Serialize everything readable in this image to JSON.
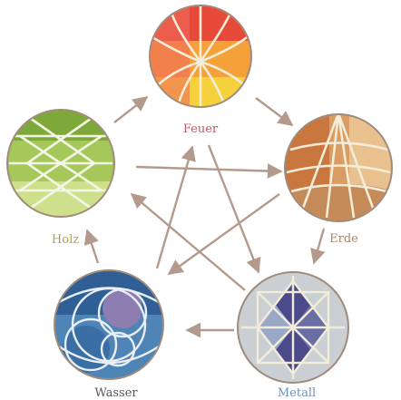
{
  "labels": {
    "feuer": "Feuer",
    "erde": "Erde",
    "metall": "Metall",
    "wasser": "Wasser",
    "holz": "Holz"
  },
  "label_colors": {
    "feuer": "#c0566a",
    "erde": "#a9866a",
    "metall": "#6f8fbf",
    "wasser": "#555555",
    "holz": "#a8a05a"
  },
  "element_colors": {
    "feuer": [
      "#e84a3a",
      "#f4a13a",
      "#f5d23c"
    ],
    "erde": [
      "#c9773f",
      "#d99d63",
      "#e9c18f"
    ],
    "metall": [
      "#4b4a8a",
      "#7e90b8",
      "#c9cfd3"
    ],
    "wasser": [
      "#2f5f94",
      "#4f85b6",
      "#8d7db1"
    ],
    "holz": [
      "#7fa83a",
      "#a6c759",
      "#cfe08d"
    ]
  },
  "arrow_color": "#b39a8c",
  "rim_color": "#a08a7a"
}
